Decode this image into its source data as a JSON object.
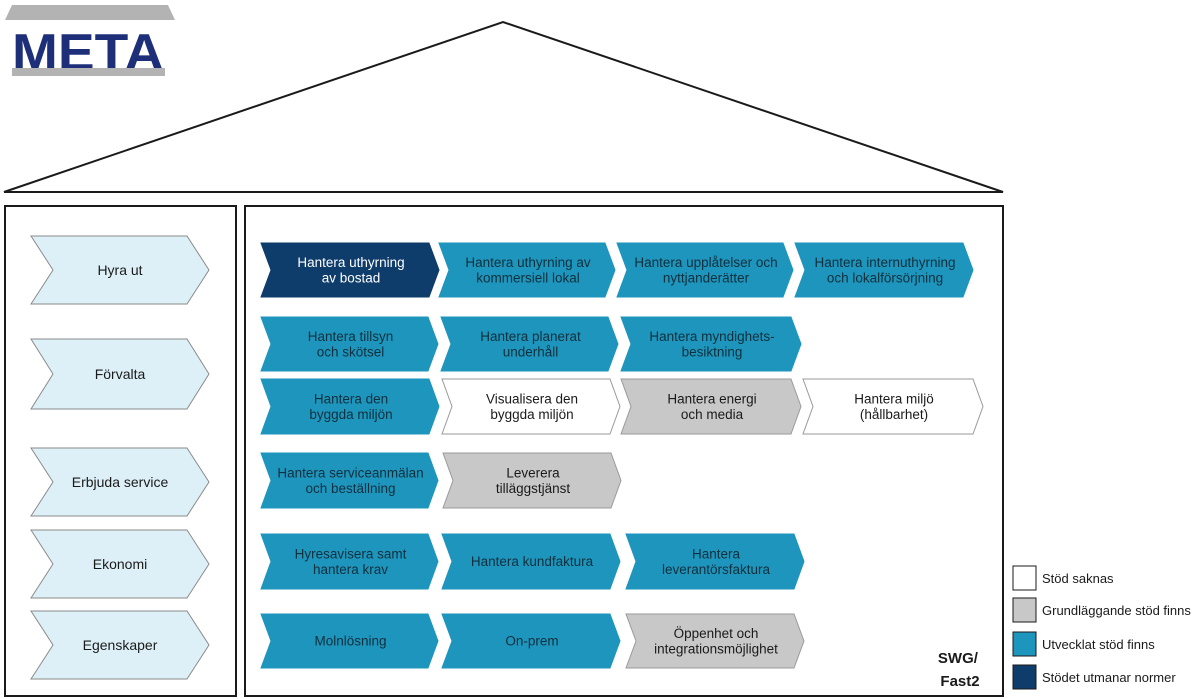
{
  "colors": {
    "missing": "#ffffff",
    "basic": "#c8c8c8",
    "developed": "#1e95bd",
    "challenging": "#0e3c6b",
    "category": "#def0f7",
    "logo": "#1e2f7a"
  },
  "logo": {
    "text": "META"
  },
  "corner_label": [
    "SWG/",
    "Fast2"
  ],
  "categories": [
    {
      "label": "Hyra ut"
    },
    {
      "label": "Förvalta"
    },
    {
      "label": "Erbjuda service"
    },
    {
      "label": "Ekonomi"
    },
    {
      "label": "Egenskaper"
    }
  ],
  "rows": [
    [
      {
        "lines": [
          "Hantera uthyrning",
          "av bostad"
        ],
        "level": "challenging"
      },
      {
        "lines": [
          "Hantera uthyrning av",
          "kommersiell lokal"
        ],
        "level": "developed"
      },
      {
        "lines": [
          "Hantera upplåtelser och",
          "nyttjanderätter"
        ],
        "level": "developed"
      },
      {
        "lines": [
          "Hantera internuthyrning",
          "och lokalförsörjning"
        ],
        "level": "developed"
      }
    ],
    [
      {
        "lines": [
          "Hantera tillsyn",
          "och skötsel"
        ],
        "level": "developed"
      },
      {
        "lines": [
          "Hantera planerat",
          "underhåll"
        ],
        "level": "developed"
      },
      {
        "lines": [
          "Hantera myndighets-",
          "besiktning"
        ],
        "level": "developed"
      }
    ],
    [
      {
        "lines": [
          "Hantera den",
          "byggda miljön"
        ],
        "level": "developed"
      },
      {
        "lines": [
          "Visualisera den",
          "byggda miljön"
        ],
        "level": "missing"
      },
      {
        "lines": [
          "Hantera energi",
          "och media"
        ],
        "level": "basic"
      },
      {
        "lines": [
          "Hantera miljö",
          "(hållbarhet)"
        ],
        "level": "missing"
      }
    ],
    [
      {
        "lines": [
          "Hantera serviceanmälan",
          "och beställning"
        ],
        "level": "developed"
      },
      {
        "lines": [
          "Leverera",
          "tilläggstjänst"
        ],
        "level": "basic"
      }
    ],
    [
      {
        "lines": [
          "Hyresavisera samt",
          "hantera krav"
        ],
        "level": "developed"
      },
      {
        "lines": [
          "Hantera kundfaktura"
        ],
        "level": "developed"
      },
      {
        "lines": [
          "Hantera",
          "leverantörsfaktura"
        ],
        "level": "developed"
      }
    ],
    [
      {
        "lines": [
          "Molnlösning"
        ],
        "level": "developed"
      },
      {
        "lines": [
          "On-prem"
        ],
        "level": "developed"
      },
      {
        "lines": [
          "Öppenhet och",
          "integrationsmöjlighet"
        ],
        "level": "basic"
      }
    ]
  ],
  "legend": [
    {
      "level": "missing",
      "label": "Stöd saknas"
    },
    {
      "level": "basic",
      "label": "Grundläggande stöd finns"
    },
    {
      "level": "developed",
      "label": "Utvecklat stöd finns"
    },
    {
      "level": "challenging",
      "label": "Stödet utmanar normer"
    }
  ]
}
